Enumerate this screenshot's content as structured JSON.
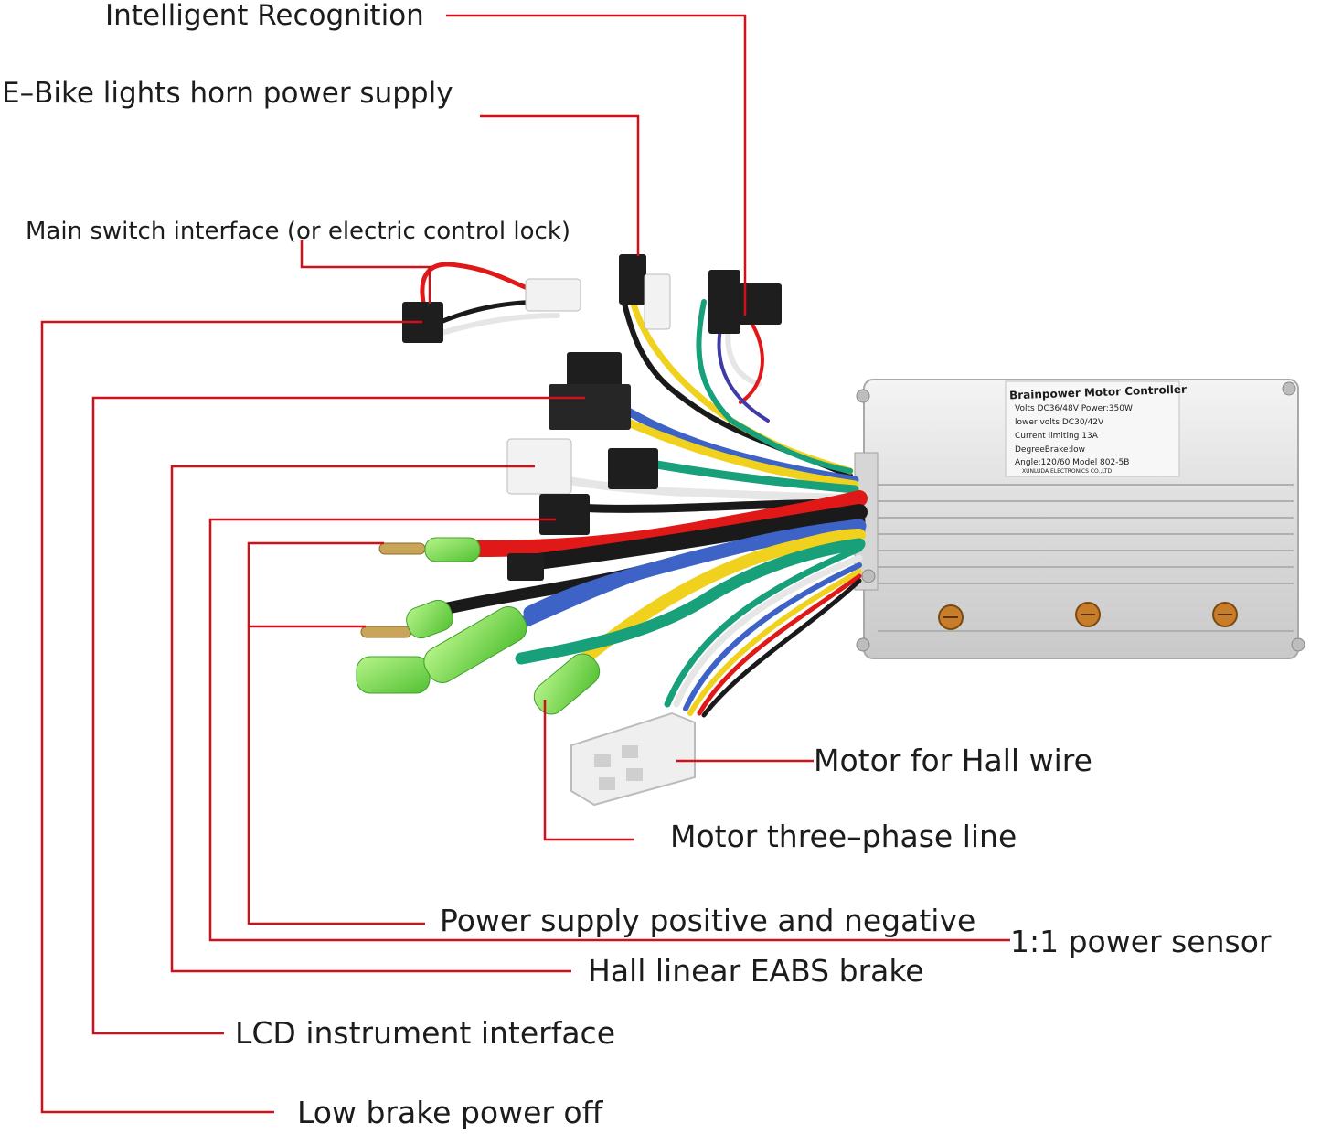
{
  "labels": {
    "intelligent_recognition": "Intelligent Recognition",
    "lights_horn": "E–Bike lights horn power supply",
    "main_switch": "Main switch interface (or electric control lock)",
    "motor_hall": "Motor for Hall wire",
    "motor_phase": "Motor three–phase line",
    "power_supply": "Power supply positive and negative",
    "power_sensor": "1:1 power sensor",
    "hall_brake": "Hall linear EABS brake",
    "lcd": "LCD instrument interface",
    "low_brake": "Low brake power off"
  },
  "controller_label": {
    "title": "Brainpower Motor Controller",
    "line1": "Volts DC36/48V  Power:350W",
    "line2": "lower volts DC30/42V",
    "line3": "Current limiting 13A",
    "line4": "DegreeBrake:low",
    "line5": "Angle:120/60  Model 802-5B",
    "line6": "XUNLUDA ELECTRONICS CO.,LTD"
  },
  "colors": {
    "leader": "#d0101a",
    "wire_red": "#e01818",
    "wire_blue": "#3e63c6",
    "wire_yellow": "#f0d21e",
    "wire_green": "#18a07a",
    "wire_black": "#1a1a1a",
    "wire_white": "#e6e6e6",
    "insulator": "#7fe04a"
  }
}
